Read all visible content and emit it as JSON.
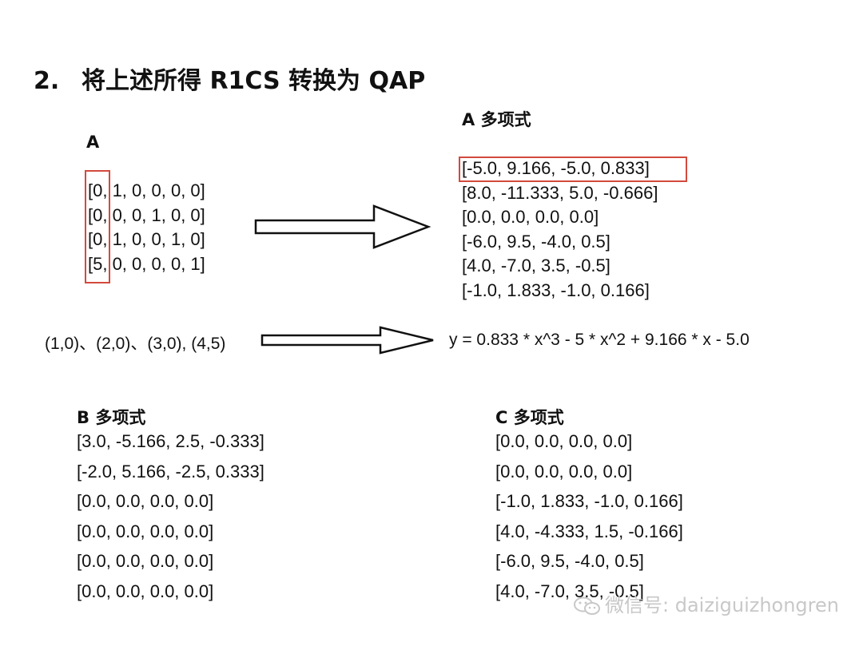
{
  "slide": {
    "title_number": "2.",
    "title_text": "将上述所得 R1CS 转换为 QAP"
  },
  "matrix_a": {
    "label": "A",
    "rows": [
      "[0, 1, 0, 0, 0, 0]",
      "[0, 0, 0, 1, 0, 0]",
      "[0, 1, 0, 0, 1, 0]",
      "[5, 0, 0, 0, 0, 1]"
    ]
  },
  "poly_a": {
    "label": "A 多项式",
    "rows": [
      "[-5.0, 9.166, -5.0, 0.833]",
      "[8.0, -11.333, 5.0, -0.666]",
      "[0.0, 0.0, 0.0, 0.0]",
      "[-6.0, 9.5, -4.0, 0.5]",
      "[4.0, -7.0, 3.5, -0.5]",
      "[-1.0, 1.833, -1.0, 0.166]"
    ]
  },
  "interpolation": {
    "points": "(1,0)、(2,0)、(3,0), (4,5)",
    "equation": "y = 0.833 * x^3 - 5 * x^2 + 9.166 * x - 5.0"
  },
  "poly_b": {
    "label": "B 多项式",
    "rows": [
      "[3.0, -5.166, 2.5, -0.333]",
      "[-2.0, 5.166, -2.5, 0.333]",
      "[0.0, 0.0, 0.0, 0.0]",
      "[0.0, 0.0, 0.0, 0.0]",
      "[0.0, 0.0, 0.0, 0.0]",
      "[0.0, 0.0, 0.0, 0.0]"
    ]
  },
  "poly_c": {
    "label": "C 多项式",
    "rows": [
      "[0.0, 0.0, 0.0, 0.0]",
      "[0.0, 0.0, 0.0, 0.0]",
      "[-1.0, 1.833, -1.0, 0.166]",
      "[4.0, -4.333, 1.5, -0.166]",
      "[-6.0, 9.5, -4.0, 0.5]",
      "[4.0, -7.0, 3.5, -0.5]"
    ]
  },
  "watermark": {
    "text": "微信号: daiziguizhongren",
    "icon": "wechat-icon"
  },
  "colors": {
    "highlight": "#d24a3c",
    "text": "#111111",
    "watermark": "#c8c8c8"
  }
}
